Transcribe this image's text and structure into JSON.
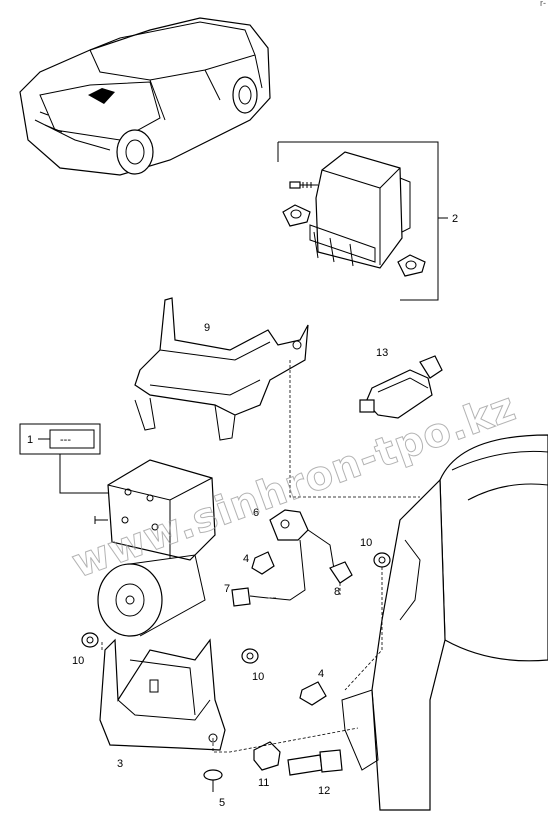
{
  "corner_mark": "r-",
  "watermark": "www.sinhron-tpo.kz",
  "legend": {
    "number": "1",
    "symbol": "---"
  },
  "callouts": {
    "c1": "1",
    "c2": "2",
    "c3": "3",
    "c4a": "4",
    "c4b": "4",
    "c5": "5",
    "c6": "6",
    "c7": "7",
    "c8": "8",
    "c9": "9",
    "c10a": "10",
    "c10b": "10",
    "c10c": "10",
    "c11": "11",
    "c12": "12",
    "c13": "13"
  },
  "icons": [
    "car-illustration",
    "abs-control-module",
    "hydraulic-modulator",
    "pressure-sensor"
  ]
}
